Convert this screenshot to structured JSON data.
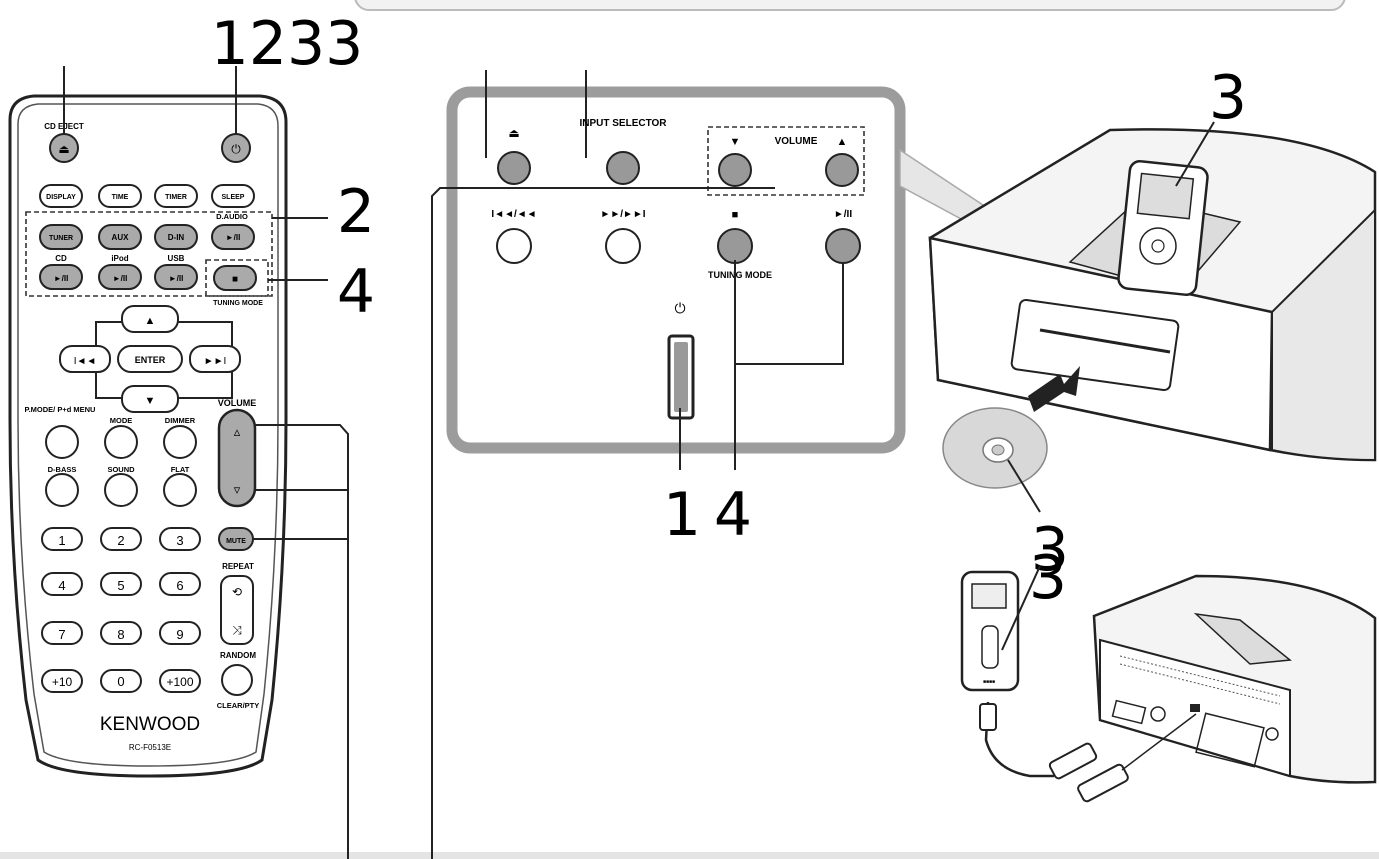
{
  "callouts": {
    "remote_top": "1233",
    "remote_input": "2",
    "remote_stop": "4",
    "panel_power": "1",
    "panel_transport": "4",
    "ipod": "3",
    "disc": "3",
    "usb": "3"
  },
  "remote": {
    "cd_eject": "CD EJECT",
    "row1": [
      "DISPLAY",
      "TIME",
      "TIMER",
      "SLEEP"
    ],
    "d_audio": "D.AUDIO",
    "row2": [
      "TUNER",
      "AUX",
      "D-IN"
    ],
    "play_pause": "►/II",
    "labels_row3": [
      "CD",
      "iPod",
      "USB"
    ],
    "stop": "■",
    "tuning_mode": "TUNING MODE",
    "enter": "ENTER",
    "volume": "VOLUME",
    "fn_labels": [
      "P.MODE/ P+d MENU",
      "MODE",
      "DIMMER"
    ],
    "fn_labels2": [
      "D-BASS",
      "SOUND",
      "FLAT"
    ],
    "mute": "MUTE",
    "repeat": "REPEAT",
    "random": "RANDOM",
    "digits": [
      "1",
      "2",
      "3",
      "4",
      "5",
      "6",
      "7",
      "8",
      "9",
      "+10",
      "0",
      "+100"
    ],
    "clear": "CLEAR/PTY",
    "brand": "KENWOOD",
    "model": "RC-F0513E"
  },
  "panel": {
    "input_selector": "INPUT SELECTOR",
    "volume": "VOLUME",
    "prev": "I◄◄/◄◄",
    "next": "►►/►►I",
    "stop": "■",
    "play": "►/II",
    "tuning_mode": "TUNING MODE"
  },
  "usb_label": "■■■■"
}
